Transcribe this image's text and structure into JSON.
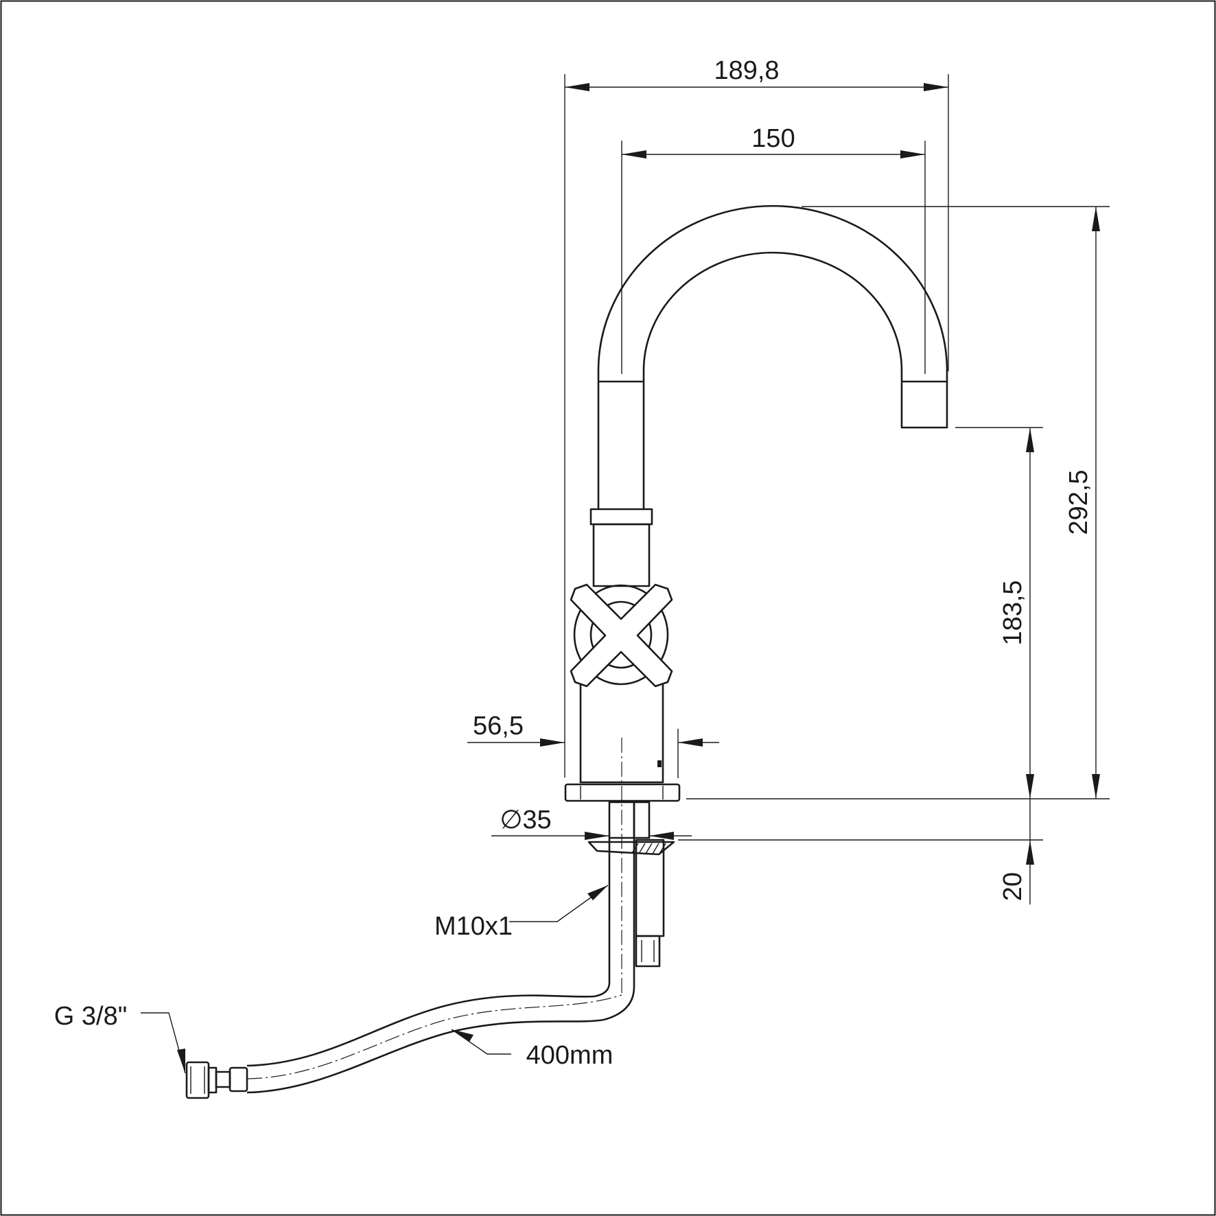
{
  "drawing": {
    "product": "faucet-with-cross-handle",
    "colors": {
      "line": "#1a1a1a",
      "background": "#ffffff"
    },
    "dimensions": {
      "spout_reach_overall": "189,8",
      "spout_reach_axis": "150",
      "total_height": "292,5",
      "outlet_height": "183,5",
      "base_width": "56,5",
      "mounting_diameter": "∅35",
      "mounting_thickness": "20",
      "thread": "M10x1",
      "hose_connection": "G 3/8\"",
      "hose_length": "400mm"
    }
  }
}
